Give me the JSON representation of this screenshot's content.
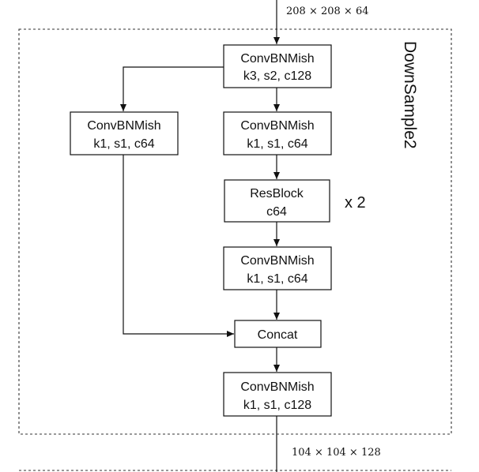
{
  "input_dim": "208 × 208 × 64",
  "output_dim": "104 × 104 × 128",
  "group_title": "DownSample2",
  "repeat_label": "x 2",
  "boxes": {
    "conv_k3": {
      "line1": "ConvBNMish",
      "line2": "k3, s2, c128"
    },
    "conv_left": {
      "line1": "ConvBNMish",
      "line2": "k1, s1, c64"
    },
    "conv_mid1": {
      "line1": "ConvBNMish",
      "line2": "k1, s1, c64"
    },
    "resblock": {
      "line1": "ResBlock",
      "line2": "c64"
    },
    "conv_mid2": {
      "line1": "ConvBNMish",
      "line2": "k1, s1, c64"
    },
    "concat": {
      "line1": "Concat"
    },
    "conv_out": {
      "line1": "ConvBNMish",
      "line2": "k1, s1, c128"
    }
  }
}
